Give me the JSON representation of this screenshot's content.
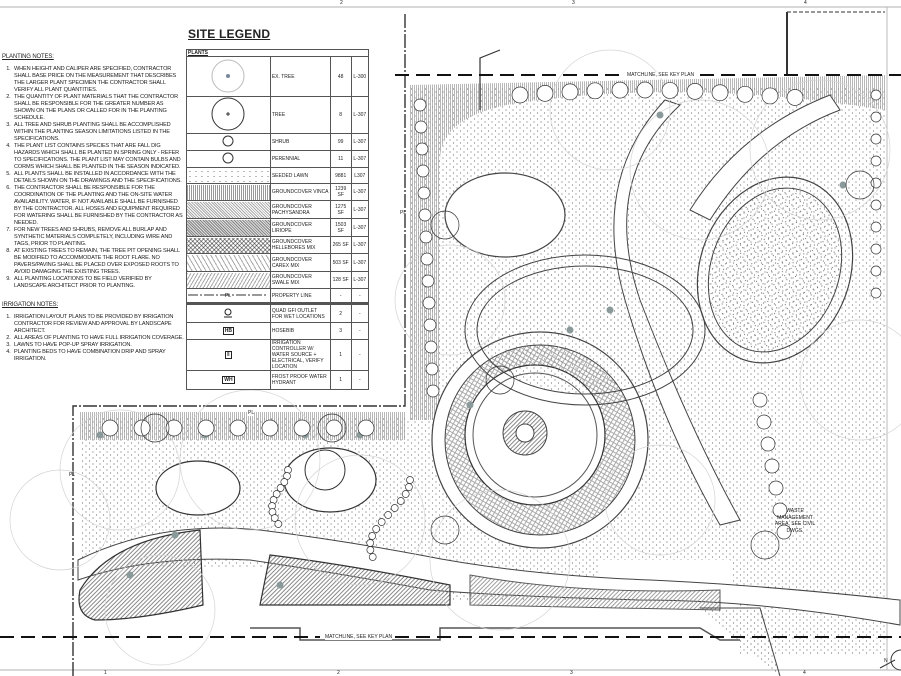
{
  "planting_notes": {
    "title": "PLANTING NOTES:",
    "items": [
      "WHEN HEIGHT AND CALIPER ARE SPECIFIED, CONTRACTOR SHALL BASE PRICE ON THE MEASUREMENT THAT DESCRIBES THE LARGER PLANT SPECIMEN THE CONTRACTOR SHALL VERIFY ALL PLANT QUANTITIES.",
      "THE QUANTITY OF PLANT MATERIALS THAT THE CONTRACTOR SHALL BE RESPONSIBLE FOR THE GREATER NUMBER AS SHOWN ON THE PLANS OR CALLED FOR IN THE PLANTING SCHEDULE.",
      "ALL TREE AND SHRUB PLANTING SHALL BE ACCOMPLISHED WITHIN THE PLANTING SEASON LIMITATIONS LISTED IN THE SPECIFICATIONS.",
      "THE PLANT LIST CONTAINS SPECIES THAT ARE FALL DIG HAZARDS WHICH SHALL BE PLANTED IN SPRING ONLY - REFER TO SPECIFICATIONS. THE PLANT LIST MAY CONTAIN BULBS AND CORMS WHICH SHALL BE PLANTED IN THE SEASON INDICATED.",
      "ALL PLANTS SHALL BE INSTALLED IN ACCORDANCE WITH THE DETAILS SHOWN ON THE DRAWINGS AND THE SPECIFICATIONS.",
      "THE CONTRACTOR SHALL BE RESPONSIBLE FOR THE COORDINATION OF THE PLANTING AND THE ON-SITE WATER AVAILABILITY. WATER, IF NOT AVAILABLE SHALL BE FURNISHED BY THE CONTRACTOR. ALL HOSES AND EQUIPMENT REQUIRED FOR WATERING SHALL BE FURNISHED BY THE CONTRACTOR AS NEEDED.",
      "FOR NEW TREES AND SHRUBS, REMOVE ALL BURLAP AND SYNTHETIC MATERIALS COMPLETELY, INCLUDING WIRE AND TAGS, PRIOR TO PLANTING.",
      "AT EXISTING TREES TO REMAIN, THE TREE PIT OPENING SHALL BE MODIFIED TO ACCOMMODATE THE ROOT FLARE. NO PAVERS/PAVING SHALL BE PLACED OVER EXPOSED ROOTS TO AVOID DAMAGING THE EXISTING TREES.",
      "ALL PLANTING LOCATIONS TO BE FIELD VERIFIED BY LANDSCAPE ARCHITECT PRIOR TO PLANTING."
    ]
  },
  "irrigation_notes": {
    "title": "IRRIGATION NOTES:",
    "items": [
      "IRRIGATION LAYOUT PLANS TO BE PROVIDED BY IRRIGATION CONTRACTOR FOR REVIEW AND APPROVAL BY LANDSCAPE ARCHITECT.",
      "ALL AREAS OF PLANTING TO HAVE FULL IRRIGATION COVERAGE.",
      "LAWNS TO HAVE POP-UP SPRAY IRRIGATION.",
      "PLANTING BEDS TO HAVE COMBINATION DRIP AND SPRAY IRRIGATION."
    ]
  },
  "legend": {
    "title": "SITE LEGEND",
    "section": "PLANTS",
    "rows": [
      {
        "symbol": "ex-tree",
        "desc": "EX. TREE",
        "qty": "48",
        "ref": "L-300"
      },
      {
        "symbol": "tree",
        "desc": "TREE",
        "qty": "8",
        "ref": "L-307"
      },
      {
        "symbol": "shrub",
        "desc": "SHRUB",
        "qty": "99",
        "ref": "L-307"
      },
      {
        "symbol": "perennial",
        "desc": "PERENNIAL",
        "qty": "11",
        "ref": "L-307"
      },
      {
        "symbol": "seeded-lawn",
        "desc": "SEEDED LAWN",
        "qty": "9881",
        "ref": "L307"
      },
      {
        "symbol": "vinca",
        "desc": "GROUNDCOVER VINCA",
        "qty": "1239 SF",
        "ref": "L-307"
      },
      {
        "symbol": "pachysandra",
        "desc": "GROUNDCOVER PACHYSANDRA",
        "qty": "1275 SF",
        "ref": "L-307"
      },
      {
        "symbol": "liriope",
        "desc": "GROUNDCOVER LIRIOPE",
        "qty": "1503 SF",
        "ref": "L-307"
      },
      {
        "symbol": "hellebores",
        "desc": "GROUNDCOVER HELLEBORES MIX",
        "qty": "265 SF",
        "ref": "L-307"
      },
      {
        "symbol": "carex",
        "desc": "GROUNDCOVER CAREX MIX",
        "qty": "503 SF",
        "ref": "L-307"
      },
      {
        "symbol": "swale",
        "desc": "GROUNDCOVER SWALE MIX",
        "qty": "128 SF",
        "ref": "L-307"
      },
      {
        "symbol": "property-line",
        "desc": "PROPERTY LINE",
        "qty": "-",
        "ref": "-",
        "symbol_text": "PL"
      },
      {
        "symbol": "gfi-outlet",
        "desc": "QUAD GFI OUTLET FOR WET LOCATIONS",
        "qty": "2",
        "ref": "-"
      },
      {
        "symbol": "hosebib",
        "desc": "HOSEBIB",
        "qty": "3",
        "ref": "-",
        "symbol_text": "HB"
      },
      {
        "symbol": "irrigation-controller",
        "desc": "IRRIGATION CONTROLLER W/ WATER SOURCE + ELECTRICAL, VERIFY LOCATION",
        "qty": "1",
        "ref": "-"
      },
      {
        "symbol": "hydrant",
        "desc": "FROST PROOF WATER HYDRANT",
        "qty": "1",
        "ref": "-",
        "symbol_text": "WH"
      }
    ]
  },
  "plan": {
    "matchline_label": "MATCHLINE, SEE KEY PLAN",
    "property_line_label": "PL",
    "waste_note": "WASTE\nMANAGEMENT\nAREA, SEE CIVIL\nDWGS.",
    "grid_top": [
      "2",
      "3",
      "4"
    ],
    "grid_bottom": [
      "1",
      "2",
      "3",
      "4"
    ],
    "north_label": "N"
  }
}
